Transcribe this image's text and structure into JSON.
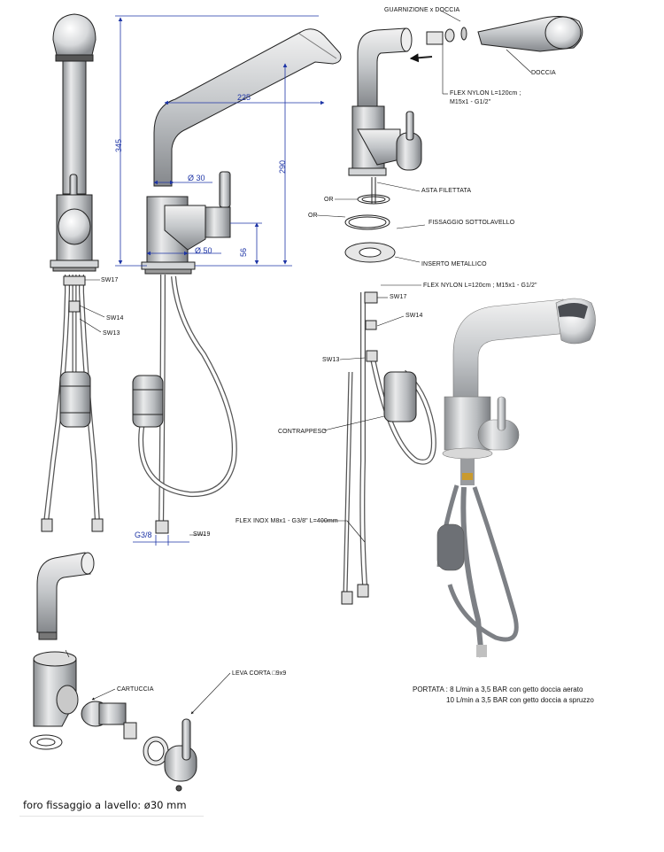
{
  "dimensions": {
    "height_total": "345",
    "reach": "225",
    "spout_height": "290",
    "spout_diameter": "Ø 30",
    "body_diameter": "Ø 50",
    "body_height": "56",
    "thread": "G3/8"
  },
  "labels": {
    "guarnizione": "GUARNIZIONE x DOCCIA",
    "doccia": "DOCCIA",
    "flex_nylon_1": "FLEX NYLON L=120cm ;",
    "flex_nylon_2": "M15x1 - G1/2\"",
    "asta": "ASTA FILETTATA",
    "or1": "OR",
    "or2": "OR",
    "fissaggio": "FISSAGGIO SOTTOLAVELLO",
    "inserto": "INSERTO METALLICO",
    "flex_nylon_inline": "FLEX NYLON L=120cm ; M15x1 - G1/2\"",
    "sw17_left": "SW17",
    "sw14_left": "SW14",
    "sw13_left": "SW13",
    "sw19": "SW19",
    "sw17_right": "SW17",
    "sw14_right": "SW14",
    "sw13_right": "SW13",
    "contrappeso": "CONTRAPPESO",
    "flex_inox": "FLEX INOX M8x1 - G3/8\" L=400mm",
    "cartuccia": "CARTUCCIA",
    "leva": "LEVA CORTA □9x9"
  },
  "portata": {
    "line1": "PORTATA :  8  L/min a 3,5 BAR con getto doccia aerato",
    "line2": "10 L/min a 3,5 BAR con getto doccia a spruzzo"
  },
  "footer": "foro fissaggio a lavello: ø30 mm",
  "colors": {
    "dimension": "#1e35a6",
    "line": "#111111",
    "metal": "#c9cbcd",
    "brass": "#c99a2e"
  }
}
